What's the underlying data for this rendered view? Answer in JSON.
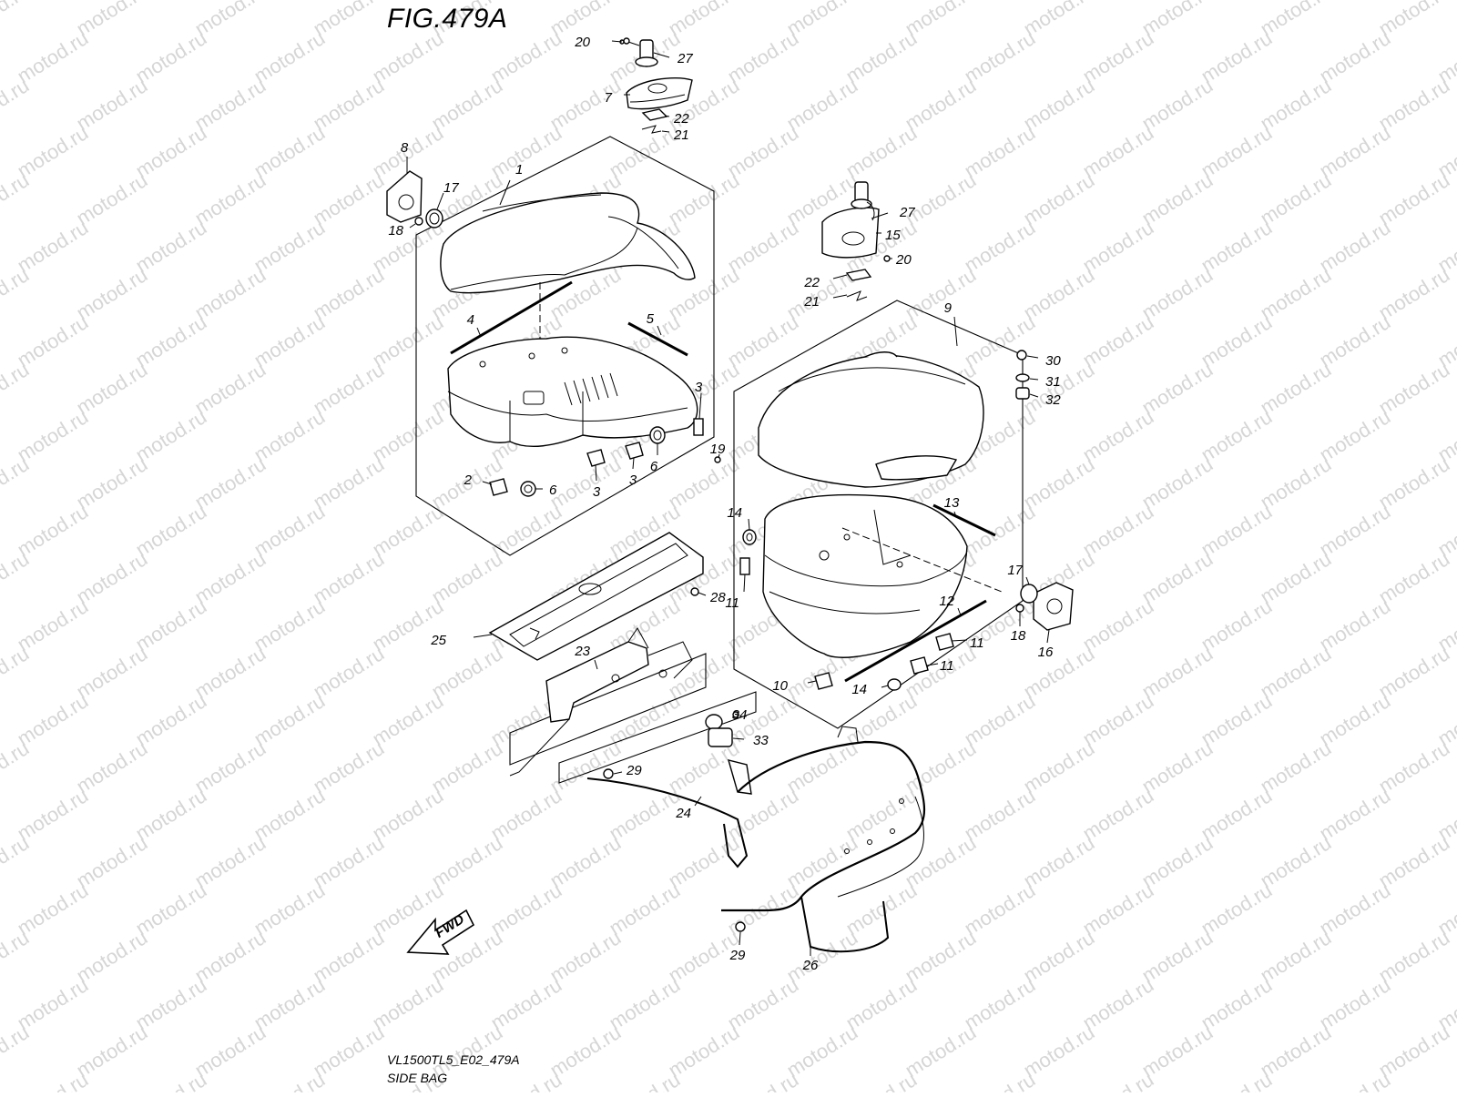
{
  "figure": {
    "title": "FIG.479A",
    "code": "VL1500TL5_E02_479A",
    "caption": "SIDE BAG",
    "watermark": "motod.ru",
    "fwd_label": "FWD"
  },
  "callouts": [
    {
      "id": "c1",
      "label": "1"
    },
    {
      "id": "c2",
      "label": "2"
    },
    {
      "id": "c3a",
      "label": "3"
    },
    {
      "id": "c3b",
      "label": "3"
    },
    {
      "id": "c3c",
      "label": "3"
    },
    {
      "id": "c4",
      "label": "4"
    },
    {
      "id": "c5",
      "label": "5"
    },
    {
      "id": "c6a",
      "label": "6"
    },
    {
      "id": "c6b",
      "label": "6"
    },
    {
      "id": "c7",
      "label": "7"
    },
    {
      "id": "c8",
      "label": "8"
    },
    {
      "id": "c9",
      "label": "9"
    },
    {
      "id": "c10",
      "label": "10"
    },
    {
      "id": "c11a",
      "label": "11"
    },
    {
      "id": "c11b",
      "label": "11"
    },
    {
      "id": "c11c",
      "label": "11"
    },
    {
      "id": "c12",
      "label": "12"
    },
    {
      "id": "c13",
      "label": "13"
    },
    {
      "id": "c14a",
      "label": "14"
    },
    {
      "id": "c14b",
      "label": "14"
    },
    {
      "id": "c15",
      "label": "15"
    },
    {
      "id": "c16",
      "label": "16"
    },
    {
      "id": "c17a",
      "label": "17"
    },
    {
      "id": "c17b",
      "label": "17"
    },
    {
      "id": "c18a",
      "label": "18"
    },
    {
      "id": "c18b",
      "label": "18"
    },
    {
      "id": "c19",
      "label": "19"
    },
    {
      "id": "c20a",
      "label": "20"
    },
    {
      "id": "c20b",
      "label": "20"
    },
    {
      "id": "c21a",
      "label": "21"
    },
    {
      "id": "c21b",
      "label": "21"
    },
    {
      "id": "c22a",
      "label": "22"
    },
    {
      "id": "c22b",
      "label": "22"
    },
    {
      "id": "c23",
      "label": "23"
    },
    {
      "id": "c24",
      "label": "24"
    },
    {
      "id": "c25",
      "label": "25"
    },
    {
      "id": "c26",
      "label": "26"
    },
    {
      "id": "c27a",
      "label": "27"
    },
    {
      "id": "c27b",
      "label": "27"
    },
    {
      "id": "c28",
      "label": "28"
    },
    {
      "id": "c29a",
      "label": "29"
    },
    {
      "id": "c29b",
      "label": "29"
    },
    {
      "id": "c30",
      "label": "30"
    },
    {
      "id": "c31",
      "label": "31"
    },
    {
      "id": "c32",
      "label": "32"
    },
    {
      "id": "c33",
      "label": "33"
    },
    {
      "id": "c34",
      "label": "34"
    }
  ]
}
